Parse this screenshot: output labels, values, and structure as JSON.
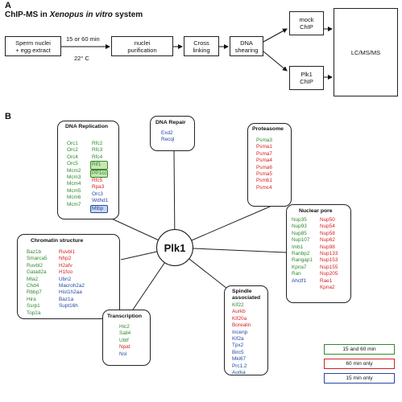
{
  "panel_a": {
    "label": "A",
    "title_part1": "ChIP-MS in ",
    "title_italic": "Xenopus in vitro",
    "title_part2": " system",
    "step_sperm_1": "Sperm nuclei",
    "step_sperm_2": "+ egg extract",
    "time_label": "15 or 60 min",
    "temp_label": "22° C",
    "step_nuclei_1": "nuclei",
    "step_nuclei_2": "purification",
    "step_cross_1": "Cross",
    "step_cross_2": "linking",
    "step_dna_1": "DNA",
    "step_dna_2": "shearing",
    "mock_1": "mock",
    "mock_2": "ChIP",
    "plk1_1": "Plk1",
    "plk1_2": "ChIP",
    "lcms": "LC/MS/MS"
  },
  "panel_b": {
    "label": "B",
    "center": "Plk1",
    "clusters": {
      "dna_replication": {
        "title": "DNA Replication",
        "col1": [
          {
            "name": "Orc1",
            "c": "g"
          },
          {
            "name": "Orc2",
            "c": "g"
          },
          {
            "name": "Orc4",
            "c": "g"
          },
          {
            "name": "Orc5",
            "c": "g"
          },
          {
            "name": "Mcm2",
            "c": "g"
          },
          {
            "name": "Mcm3",
            "c": "g"
          },
          {
            "name": "Mcm4",
            "c": "g"
          },
          {
            "name": "Mcm5",
            "c": "g"
          },
          {
            "name": "Mcm6",
            "c": "g"
          },
          {
            "name": "Mcm7",
            "c": "g"
          }
        ],
        "col2": [
          {
            "name": "Rfc2",
            "c": "g"
          },
          {
            "name": "Rfc3",
            "c": "g"
          },
          {
            "name": "Rfc4",
            "c": "g"
          },
          {
            "name": "Rif1",
            "c": "g",
            "hl": "g"
          },
          {
            "name": "PP1cc",
            "c": "g",
            "hl": "g"
          },
          {
            "name": "Rfc5",
            "c": "r"
          },
          {
            "name": "Rpa3",
            "c": "r"
          },
          {
            "name": "Orc3",
            "c": "b"
          },
          {
            "name": "Wdhd1",
            "c": "b"
          },
          {
            "name": "Mtbp",
            "c": "b",
            "hl": "b"
          }
        ]
      },
      "dna_repair": {
        "title": "DNA Repair",
        "col1": [
          {
            "name": "Exd2",
            "c": "b"
          },
          {
            "name": "Recql",
            "c": "b"
          }
        ]
      },
      "proteasome": {
        "title": "Proteasome",
        "col1": [
          {
            "name": "Psma3",
            "c": "g"
          },
          {
            "name": "Psma1",
            "c": "r"
          },
          {
            "name": "Psma7",
            "c": "r"
          },
          {
            "name": "Psma4",
            "c": "r"
          },
          {
            "name": "Psma6",
            "c": "r"
          },
          {
            "name": "Psma5",
            "c": "r"
          },
          {
            "name": "Psmb1",
            "c": "r"
          },
          {
            "name": "Psmc4",
            "c": "r"
          }
        ]
      },
      "nuclear_pore": {
        "title": "Nuclear pore",
        "col1": [
          {
            "name": "Nup35",
            "c": "g"
          },
          {
            "name": "Nup93",
            "c": "g"
          },
          {
            "name": "Nup85",
            "c": "g"
          },
          {
            "name": "Nup107",
            "c": "g"
          },
          {
            "name": "Imb1",
            "c": "g"
          },
          {
            "name": "Ranbp2",
            "c": "g"
          },
          {
            "name": "Rangap1",
            "c": "g"
          },
          {
            "name": "Kpna7",
            "c": "g"
          },
          {
            "name": "Ran",
            "c": "g"
          },
          {
            "name": "Ahctf1",
            "c": "b"
          }
        ],
        "col2": [
          {
            "name": "Nup50",
            "c": "r"
          },
          {
            "name": "Nup54",
            "c": "r"
          },
          {
            "name": "Nup58",
            "c": "r"
          },
          {
            "name": "Nup62",
            "c": "r"
          },
          {
            "name": "Nup98",
            "c": "r"
          },
          {
            "name": "Nup133",
            "c": "r"
          },
          {
            "name": "Nup153",
            "c": "r"
          },
          {
            "name": "Nup155",
            "c": "r"
          },
          {
            "name": "Nup205",
            "c": "r"
          },
          {
            "name": "Rae1",
            "c": "r"
          },
          {
            "name": "Kpna2",
            "c": "r"
          }
        ]
      },
      "chromatin_structure": {
        "title": "Chromatin structure",
        "col1": [
          {
            "name": "Baz1b",
            "c": "g"
          },
          {
            "name": "Smarca5",
            "c": "g"
          },
          {
            "name": "Ruvbl2",
            "c": "g"
          },
          {
            "name": "Gatad2a",
            "c": "g"
          },
          {
            "name": "Mta2",
            "c": "g"
          },
          {
            "name": "Chd4",
            "c": "g"
          },
          {
            "name": "Rbbp7",
            "c": "g"
          },
          {
            "name": "Hira",
            "c": "g"
          },
          {
            "name": "Ssrp1",
            "c": "g"
          },
          {
            "name": "Top2a",
            "c": "g"
          }
        ],
        "col2": [
          {
            "name": "Ruvbl1",
            "c": "r"
          },
          {
            "name": "Nhp2",
            "c": "r"
          },
          {
            "name": "H2afv",
            "c": "r"
          },
          {
            "name": "H1foo",
            "c": "r"
          },
          {
            "name": "Ubn2",
            "c": "b"
          },
          {
            "name": "Macroh2a2",
            "c": "b"
          },
          {
            "name": "Hist1h2aa",
            "c": "b"
          },
          {
            "name": "Baz1a",
            "c": "b"
          },
          {
            "name": "Supt16h",
            "c": "b"
          }
        ]
      },
      "transcription": {
        "title": "Transcription",
        "col1": [
          {
            "name": "Hic2",
            "c": "g"
          },
          {
            "name": "Sall4",
            "c": "g"
          },
          {
            "name": "Ubtf",
            "c": "g"
          },
          {
            "name": "Npat",
            "c": "r"
          },
          {
            "name": "Nsl",
            "c": "b"
          }
        ]
      },
      "spindle": {
        "title1": "Spindle",
        "title2": "associated",
        "col1": [
          {
            "name": "Kif22",
            "c": "g"
          },
          {
            "name": "Aurkb",
            "c": "r"
          },
          {
            "name": "Kif20a",
            "c": "r"
          },
          {
            "name": "Borealin",
            "c": "r"
          },
          {
            "name": "Incenp",
            "c": "b"
          },
          {
            "name": "Kif2a",
            "c": "b"
          },
          {
            "name": "Tpx2",
            "c": "b"
          },
          {
            "name": "Birc5",
            "c": "b"
          },
          {
            "name": "Mki67",
            "c": "b"
          },
          {
            "name": "Prc1.2",
            "c": "b"
          },
          {
            "name": "Aurka",
            "c": "b"
          }
        ]
      }
    },
    "legend": [
      {
        "label": "15 and 60 min",
        "color": "#2e8b2e"
      },
      {
        "label": "60 min only",
        "color": "#d81e1e"
      },
      {
        "label": "15 min only",
        "color": "#2548a8"
      }
    ]
  }
}
